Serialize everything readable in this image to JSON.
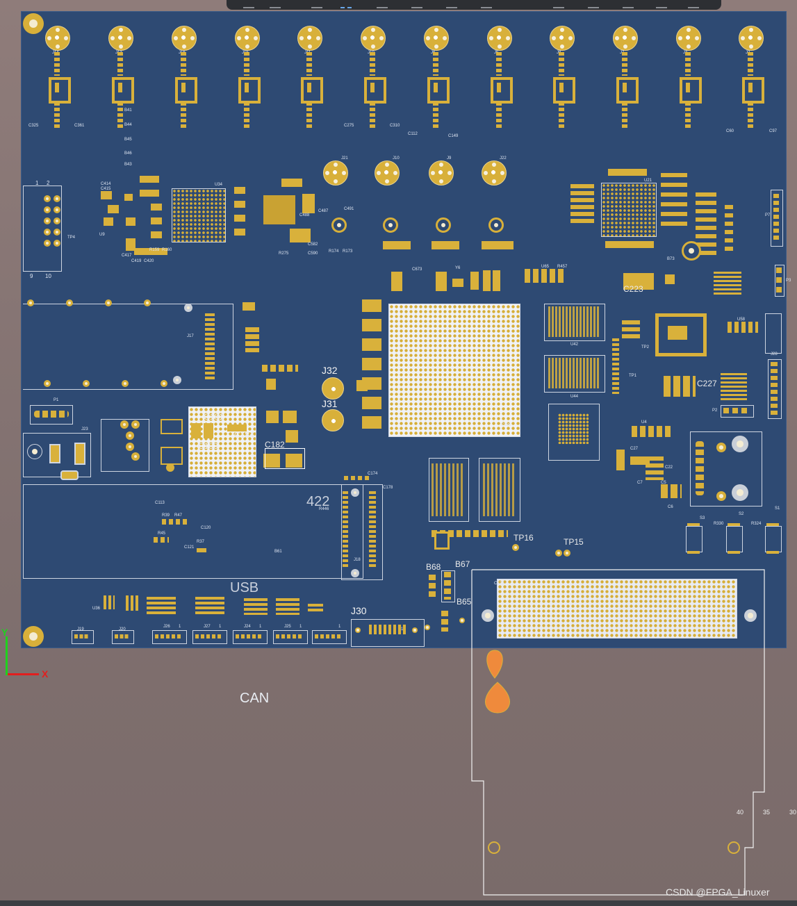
{
  "toolbar": {
    "icons": [
      "move-icon",
      "filter-icon",
      "select-icon",
      "align-icon",
      "grid-icon",
      "route-icon",
      "interactive-route-icon",
      "component-icon",
      "rect-icon",
      "text-icon",
      "measure-icon"
    ]
  },
  "axes": {
    "x_label": "X",
    "y_label": "Y"
  },
  "connectors_top": [
    "J14",
    "J13",
    "J16",
    "J15",
    "J11",
    "J10",
    "J6",
    "J5",
    "J8",
    "J7",
    "J3",
    "J2"
  ],
  "connectors_mid": [
    "J21",
    "J10",
    "J9",
    "J22"
  ],
  "board_labels": {
    "label_422": "422",
    "label_usb": "USB",
    "label_can": "CAN",
    "j32": "J32",
    "j31": "J31",
    "j30": "J30",
    "tp16": "TP16",
    "tp15": "TP15",
    "b68": "B68",
    "b67": "B67",
    "b65": "B65",
    "c181": "C181",
    "c184": "C184",
    "c183": "C183",
    "c182": "C182",
    "c223": "C223",
    "c227": "C227"
  },
  "silk": {
    "j23": "J23",
    "p1": "P1",
    "p2": "P2",
    "p3": "P3",
    "p7": "P7",
    "u34": "U34",
    "u21": "U21",
    "u42": "U42",
    "u44": "U44",
    "u58": "U58",
    "j17": "J17",
    "j18": "J18",
    "j19": "J19",
    "j20": "J20",
    "j24": "J24",
    "j25": "J25",
    "j26": "J26",
    "j27": "J27",
    "j28": "J28",
    "u36": "U36",
    "c113": "C113",
    "r39": "R39",
    "r47": "R47",
    "r45": "R45",
    "r37": "R37",
    "b61": "B61",
    "c121": "C121",
    "c120": "C120",
    "c325": "C325",
    "c361": "C361",
    "c275": "C275",
    "c310": "C310",
    "c112": "C112",
    "c149": "C149",
    "c60": "C60",
    "c97": "C97",
    "b41": "B41",
    "b44": "B44",
    "b45": "B45",
    "b46": "B46",
    "b43": "B43",
    "r159": "R159",
    "r160": "R160",
    "c417": "C417",
    "c419": "C419",
    "c420": "C420",
    "c414": "C414",
    "c415": "C415",
    "r174": "R174",
    "r173": "R173",
    "r275": "R275",
    "c590": "C590",
    "c582": "C582",
    "c488": "C488",
    "c487": "C487",
    "c491": "C491",
    "r457": "R457",
    "u65": "U65",
    "y6": "Y6",
    "c673": "C673",
    "c285": "C285",
    "tp1": "TP1",
    "tp2": "TP2",
    "u4": "U4",
    "c27": "C27",
    "c22": "C22",
    "c7": "C7",
    "c6": "C6",
    "c5": "C5",
    "r330": "R330",
    "r324": "R324",
    "s3": "S3",
    "s2": "S2",
    "s1": "S1",
    "c123": "C123",
    "c178": "C178",
    "c174": "C174",
    "r446": "R446",
    "b73": "B73",
    "u9": "U9",
    "tp4": "TP4",
    "n9": "9",
    "n10": "10",
    "n1": "1",
    "n2": "2",
    "n40": "40",
    "n35": "35",
    "n30": "30",
    "n1b": "1",
    "n1c": "1",
    "n1d": "1",
    "n1e": "1",
    "n1f": "1",
    "n1g": "1"
  },
  "watermark": "CSDN @FPGA_Linuxer",
  "colors": {
    "board": "#2e4a73",
    "copper": "#d9b13b",
    "silk": "#dfe6f2",
    "background": "#857371",
    "marker": "#ef8a3c"
  }
}
